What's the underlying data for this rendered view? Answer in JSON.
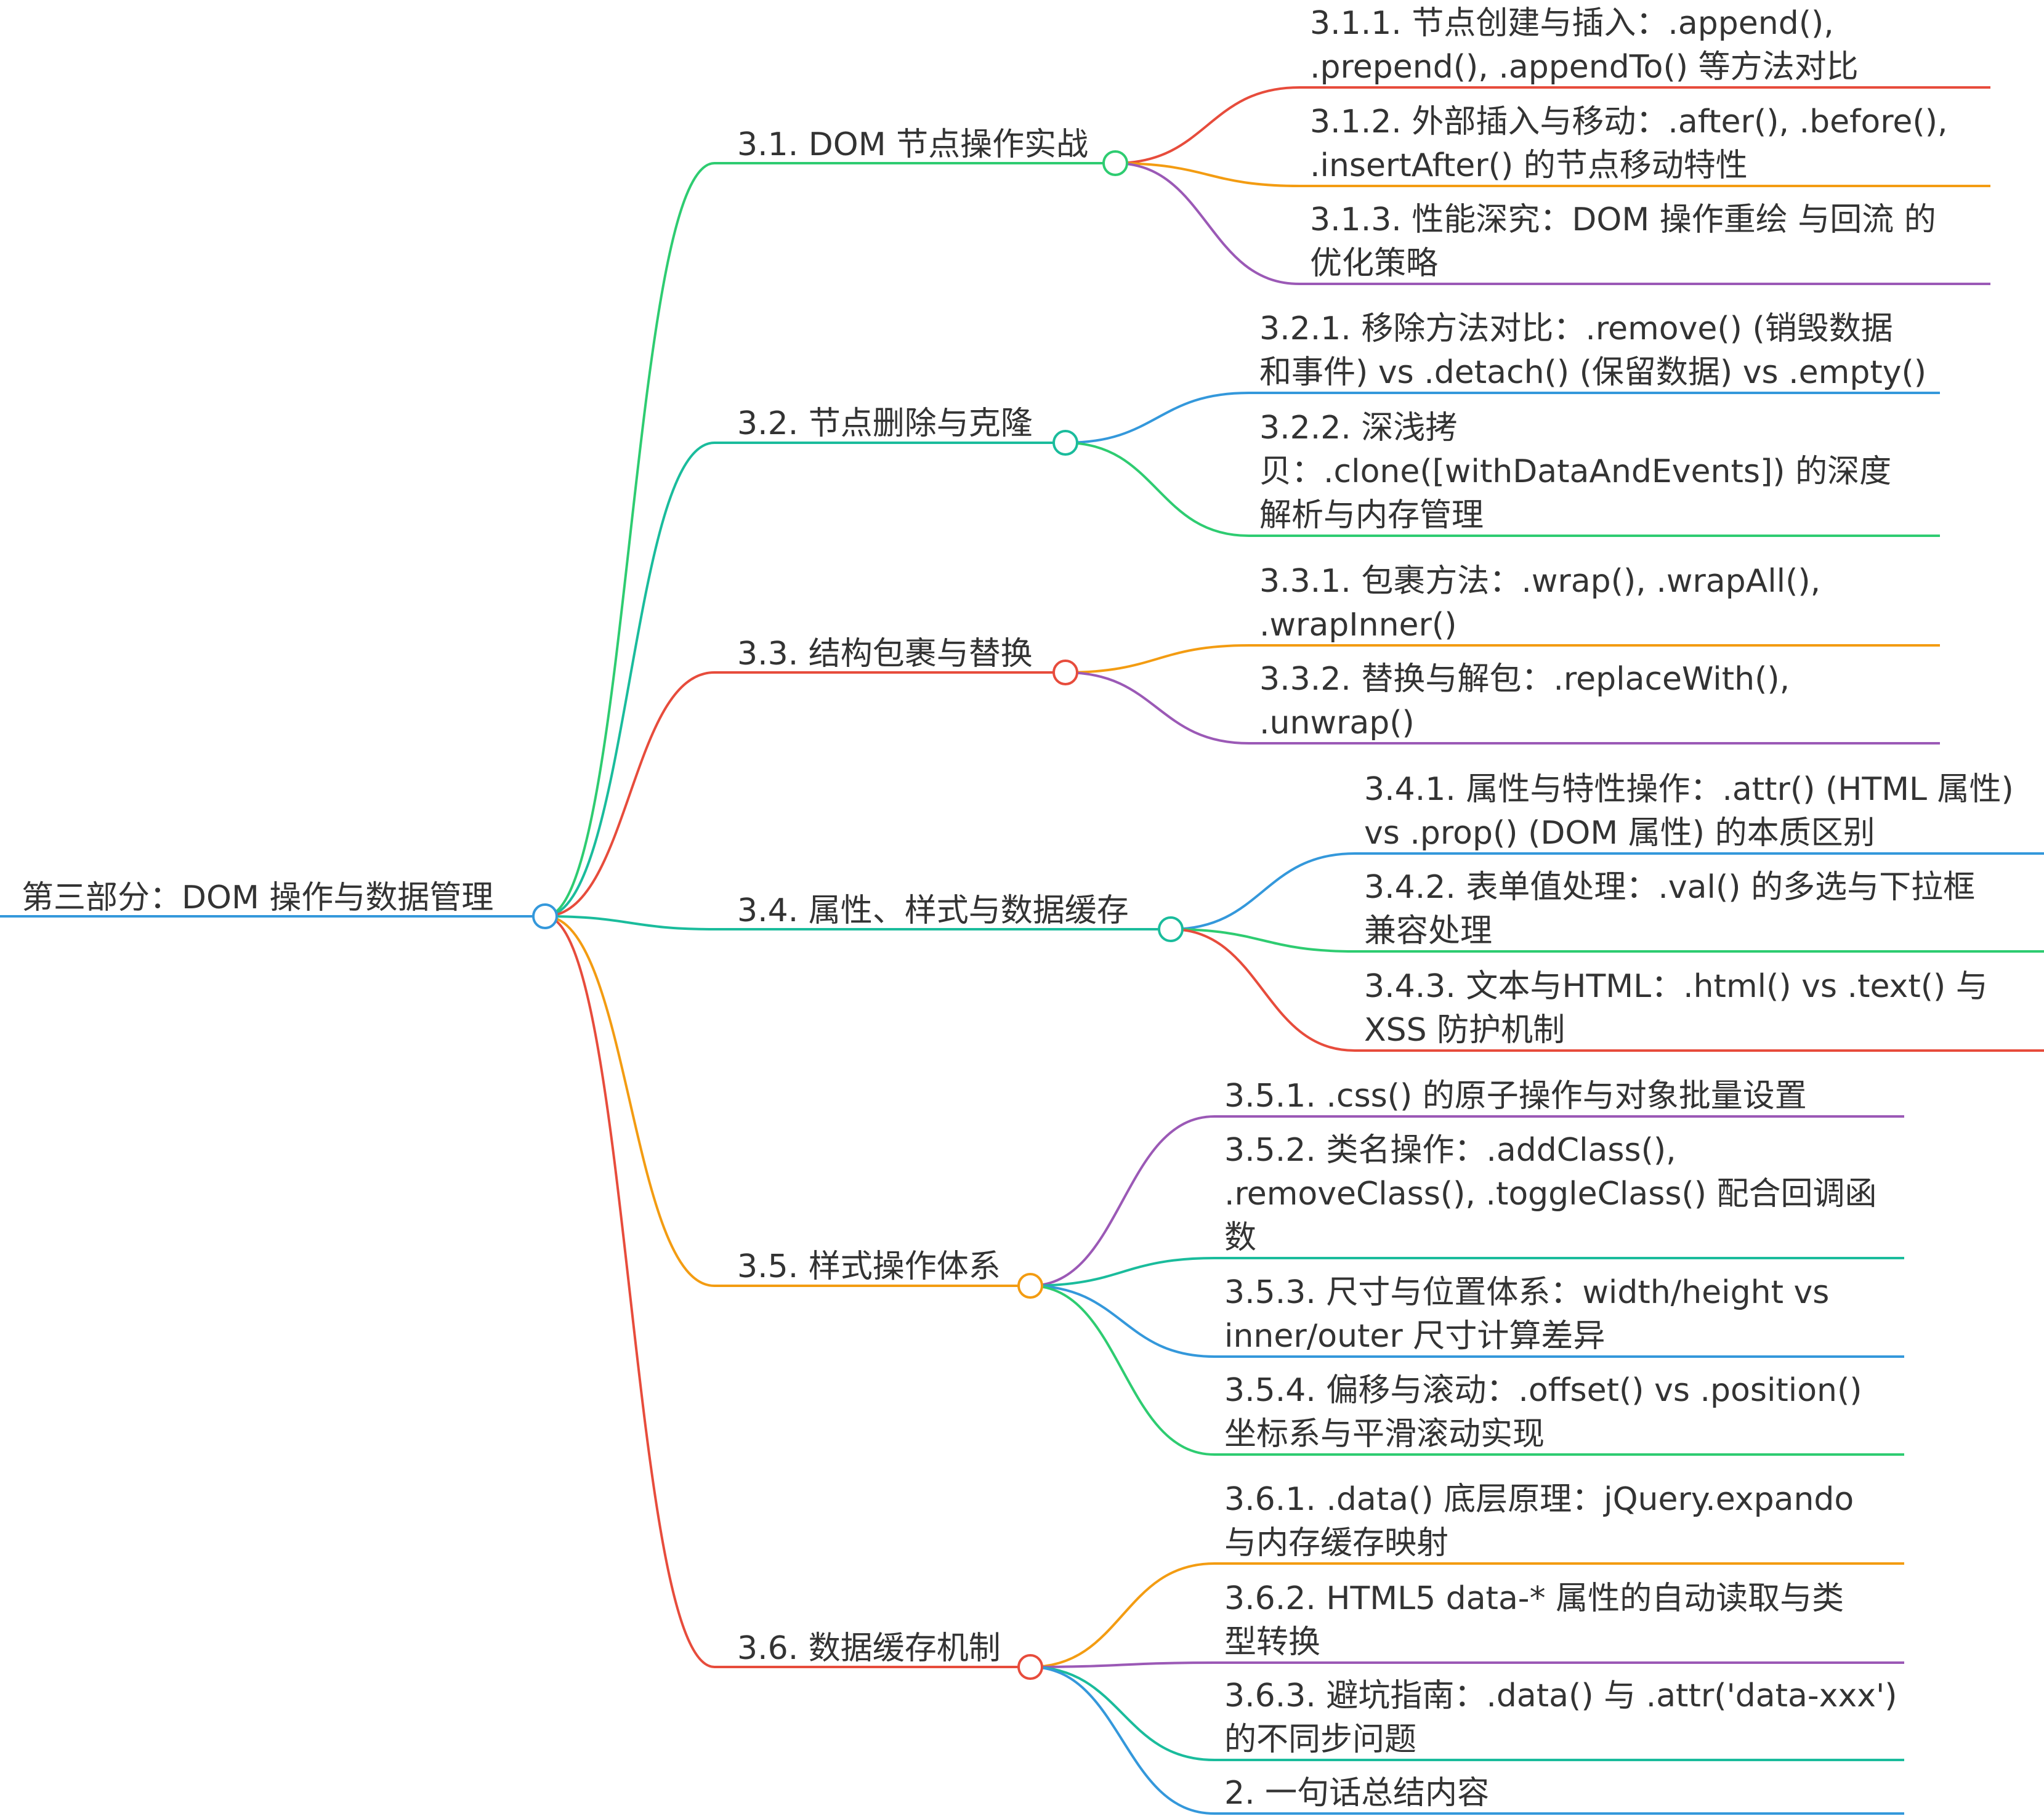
{
  "colors": {
    "blue": "#3498db",
    "green": "#2ecc71",
    "teal": "#1abc9c",
    "red": "#e74c3c",
    "orange": "#f39c12",
    "purple": "#9b59b6",
    "text": "#333333"
  },
  "root": {
    "label": "第三部分：DOM 操作与数据管理",
    "color": "blue"
  },
  "branches": [
    {
      "label": "3.1. DOM 节点操作实战",
      "color": "green",
      "children": [
        {
          "lines": [
            "3.1.1. 节点创建与插入：.append(),",
            ".prepend(), .appendTo() 等方法对比"
          ],
          "color": "red"
        },
        {
          "lines": [
            "3.1.2. 外部插入与移动：.after(), .before(),",
            ".insertAfter() 的节点移动特性"
          ],
          "color": "orange"
        },
        {
          "lines": [
            "3.1.3. 性能深究：DOM 操作重绘 与回流 的",
            "优化策略"
          ],
          "color": "purple"
        }
      ]
    },
    {
      "label": "3.2. 节点删除与克隆",
      "color": "teal",
      "children": [
        {
          "lines": [
            "3.2.1. 移除方法对比：.remove() (销毁数据",
            "和事件) vs .detach() (保留数据) vs .empty()"
          ],
          "color": "blue"
        },
        {
          "lines": [
            "3.2.2. 深浅拷",
            "贝：.clone([withDataAndEvents]) 的深度",
            "解析与内存管理"
          ],
          "color": "green"
        }
      ]
    },
    {
      "label": "3.3. 结构包裹与替换",
      "color": "red",
      "children": [
        {
          "lines": [
            "3.3.1. 包裹方法：.wrap(), .wrapAll(),",
            ".wrapInner()"
          ],
          "color": "orange"
        },
        {
          "lines": [
            "3.3.2. 替换与解包：.replaceWith(),",
            ".unwrap()"
          ],
          "color": "purple"
        }
      ]
    },
    {
      "label": "3.4. 属性、样式与数据缓存",
      "color": "teal",
      "children": [
        {
          "lines": [
            "3.4.1. 属性与特性操作：.attr() (HTML 属性)",
            "vs .prop() (DOM 属性) 的本质区别"
          ],
          "color": "blue"
        },
        {
          "lines": [
            "3.4.2. 表单值处理：.val() 的多选与下拉框",
            "兼容处理"
          ],
          "color": "green"
        },
        {
          "lines": [
            "3.4.3. 文本与HTML：.html() vs .text() 与",
            "XSS 防护机制"
          ],
          "color": "red"
        }
      ]
    },
    {
      "label": "3.5. 样式操作体系",
      "color": "orange",
      "children": [
        {
          "lines": [
            "3.5.1. .css() 的原子操作与对象批量设置"
          ],
          "color": "purple"
        },
        {
          "lines": [
            "3.5.2. 类名操作：.addClass(),",
            ".removeClass(), .toggleClass() 配合回调函",
            "数"
          ],
          "color": "teal"
        },
        {
          "lines": [
            "3.5.3. 尺寸与位置体系：width/height vs",
            "inner/outer 尺寸计算差异"
          ],
          "color": "blue"
        },
        {
          "lines": [
            "3.5.4. 偏移与滚动：.offset() vs .position()",
            "坐标系与平滑滚动实现"
          ],
          "color": "green"
        }
      ]
    },
    {
      "label": "3.6. 数据缓存机制",
      "color": "red",
      "children": [
        {
          "lines": [
            "3.6.1. .data() 底层原理：jQuery.expando",
            "与内存缓存映射"
          ],
          "color": "orange"
        },
        {
          "lines": [
            "3.6.2. HTML5 data-* 属性的自动读取与类",
            "型转换"
          ],
          "color": "purple"
        },
        {
          "lines": [
            "3.6.3. 避坑指南：.data() 与 .attr('data-xxx')",
            "的不同步问题"
          ],
          "color": "teal"
        },
        {
          "lines": [
            "2. 一句话总结内容"
          ],
          "color": "blue"
        }
      ]
    }
  ]
}
